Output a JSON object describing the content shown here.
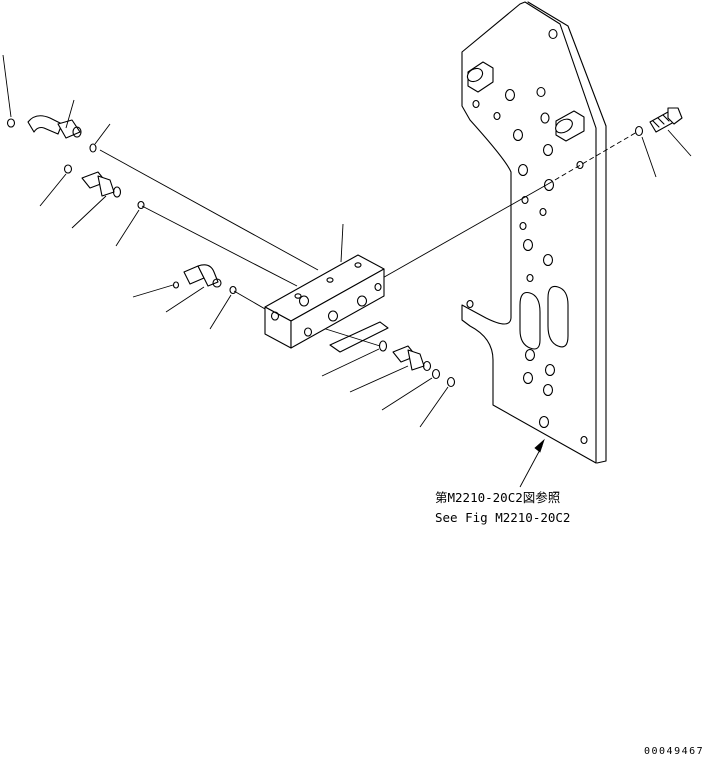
{
  "reference": {
    "line_jp": "第M2210-20C2図参照",
    "line_en": "See Fig M2210-20C2"
  },
  "drawing_code": "00049467"
}
